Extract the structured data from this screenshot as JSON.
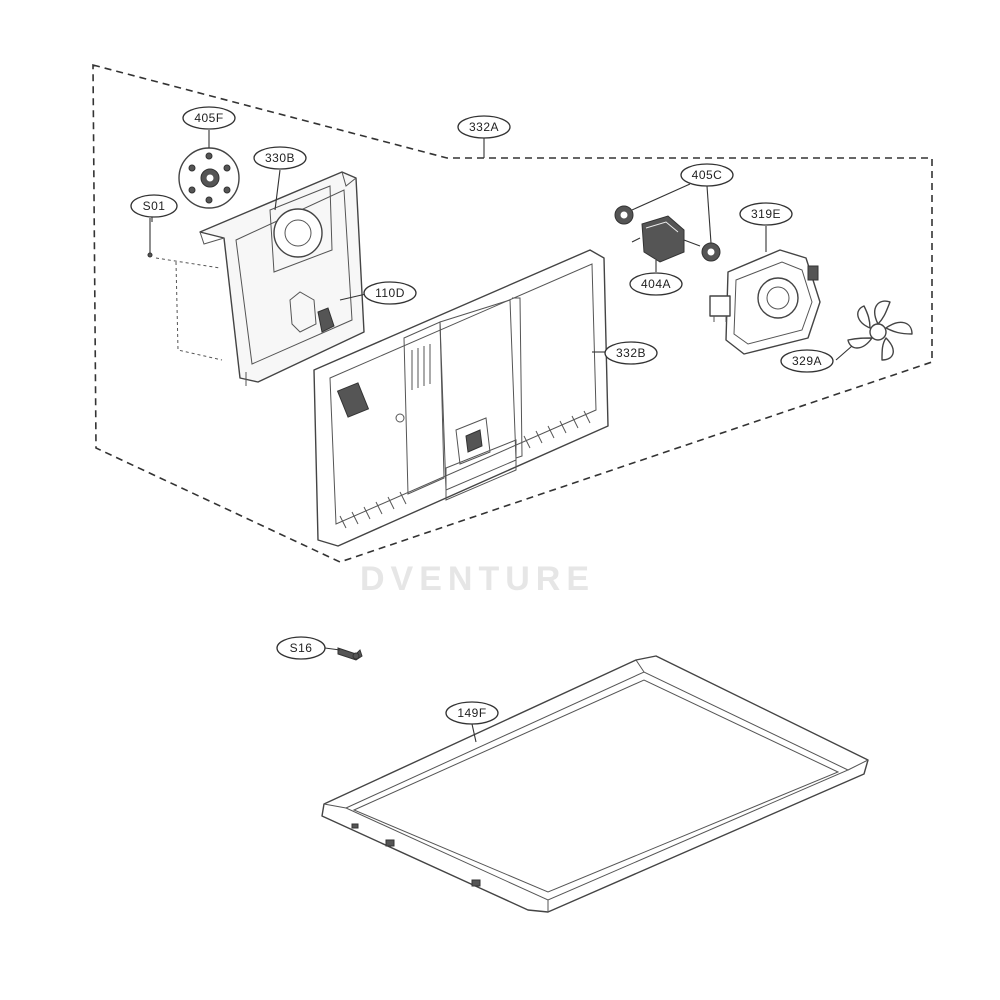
{
  "watermark": "DVENTURE",
  "callouts": [
    {
      "id": "405F",
      "text": "405F"
    },
    {
      "id": "330B",
      "text": "330B"
    },
    {
      "id": "S01",
      "text": "S01"
    },
    {
      "id": "332A",
      "text": "332A"
    },
    {
      "id": "405C",
      "text": "405C"
    },
    {
      "id": "319E",
      "text": "319E"
    },
    {
      "id": "404A",
      "text": "404A"
    },
    {
      "id": "110D",
      "text": "110D"
    },
    {
      "id": "332B",
      "text": "332B"
    },
    {
      "id": "329A",
      "text": "329A"
    },
    {
      "id": "S16",
      "text": "S16"
    },
    {
      "id": "149F",
      "text": "149F"
    }
  ]
}
